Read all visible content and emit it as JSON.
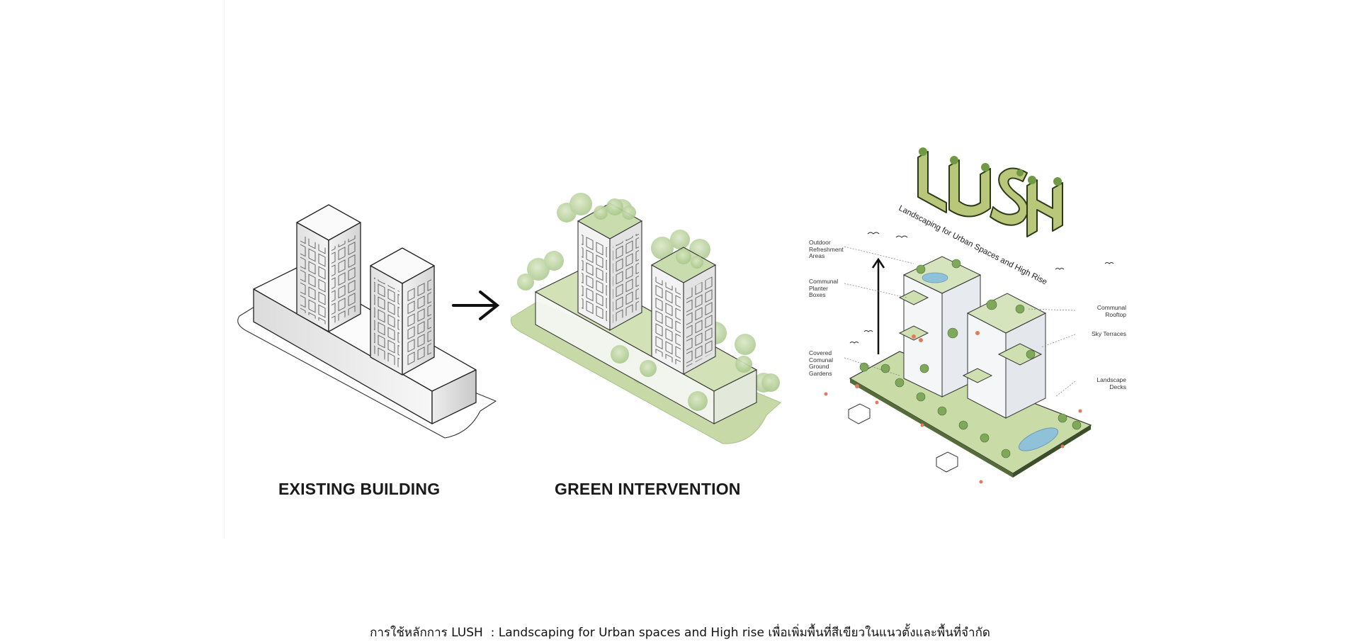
{
  "labels": {
    "existing": "EXISTING BUILDING",
    "green": "GREEN INTERVENTION"
  },
  "lush": {
    "logo_word": "LUSH",
    "tagline": "Landscaping for Urban Spaces and High Rise",
    "callouts": {
      "outdoor": "Outdoor\nRefreshment\nAreas",
      "planter": "Communal\nPlanter\nBoxes",
      "covered": "Covered\nComunal\nGround\nGardens",
      "rooftop": "Communal\nRooftop",
      "sky": "Sky Terraces",
      "decks": "Landscape\nDecks"
    }
  },
  "caption": "การใช้หลักการ LUSH  : Landscaping for Urban spaces and High rise เพื่อเพิ่มพื้นที่สีเขียวในแนวตั้งและพื้นที่จำกัด",
  "colors": {
    "line": "#222222",
    "green_light": "#c9dcae",
    "green_mid": "#9fbf7a",
    "green_dark": "#5f8a3c",
    "lush_fill": "#b9c77a",
    "water": "#8fc1d9",
    "accent_red": "#e07b5a"
  }
}
